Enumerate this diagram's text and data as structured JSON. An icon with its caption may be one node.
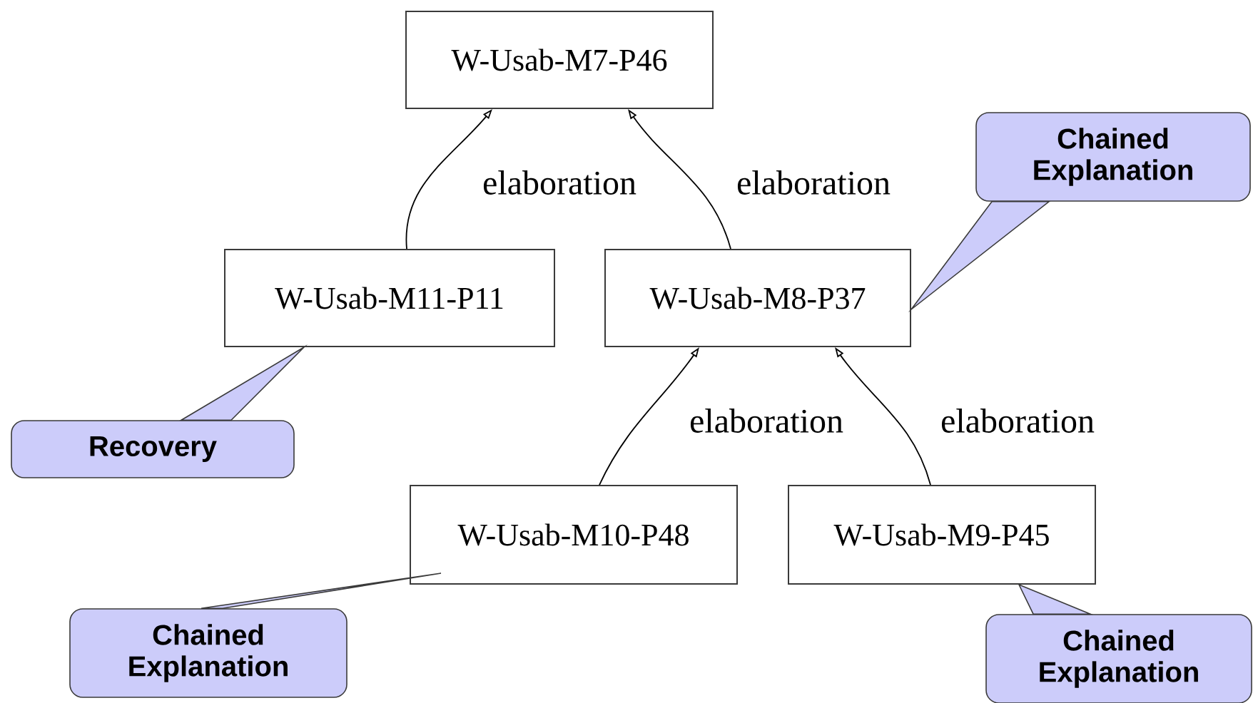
{
  "diagram": {
    "nodes": [
      {
        "text": [
          "W-Usab-M7-P46"
        ]
      },
      {
        "text": [
          "W-Usab-M11-P11"
        ]
      },
      {
        "text": [
          "W-Usab-M8-P37"
        ]
      },
      {
        "text": [
          "W-Usab-M10-P48"
        ]
      },
      {
        "text": [
          "W-Usab-M9-P45"
        ]
      },
      {
        "text": [
          "Chained Explanation"
        ]
      },
      {
        "text": [
          "Recovery"
        ]
      },
      {
        "text": [
          "Chained Explanation"
        ]
      },
      {
        "text": [
          "Chained Explanation"
        ]
      }
    ],
    "edges": [
      {
        "from": 1,
        "to": 0,
        "arrow": "to",
        "label": "elaboration"
      },
      {
        "from": 2,
        "to": 0,
        "arrow": "to",
        "label": "elaboration"
      },
      {
        "from": 3,
        "to": 2,
        "arrow": "to",
        "label": "elaboration"
      },
      {
        "from": 4,
        "to": 2,
        "arrow": "to",
        "label": "elaboration"
      },
      {
        "from": 5,
        "to": 2,
        "arrow": "none"
      },
      {
        "from": 6,
        "to": 1,
        "arrow": "none"
      },
      {
        "from": 7,
        "to": 3,
        "arrow": "none"
      },
      {
        "from": 8,
        "to": 4,
        "arrow": "none"
      }
    ]
  }
}
